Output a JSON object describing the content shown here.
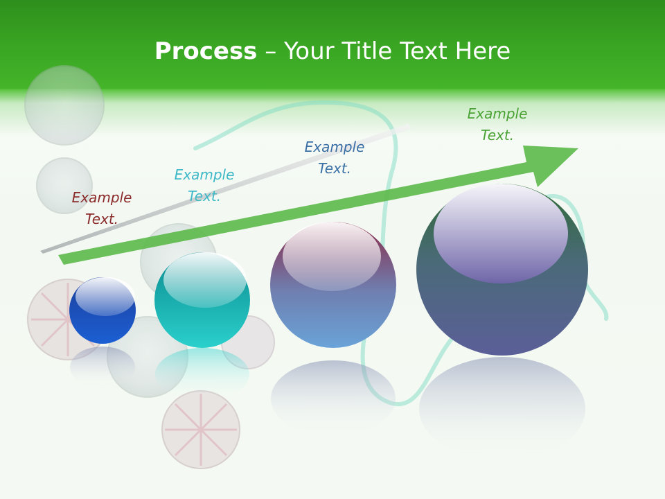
{
  "title": {
    "bold": "Process",
    "rest": " – Your Title Text Here"
  },
  "steps": [
    {
      "label_line1": "Example",
      "label_line2": "Text.",
      "color": "#8b2a2a"
    },
    {
      "label_line1": "Example",
      "label_line2": "Text.",
      "color": "#3cb8c6"
    },
    {
      "label_line1": "Example",
      "label_line2": "Text.",
      "color": "#3a6fa6"
    },
    {
      "label_line1": "Example",
      "label_line2": "Text.",
      "color": "#4aa234"
    }
  ],
  "colors": {
    "header": "#3aa723",
    "arrow": "#5cb94a",
    "title_text": "#ffffff"
  }
}
